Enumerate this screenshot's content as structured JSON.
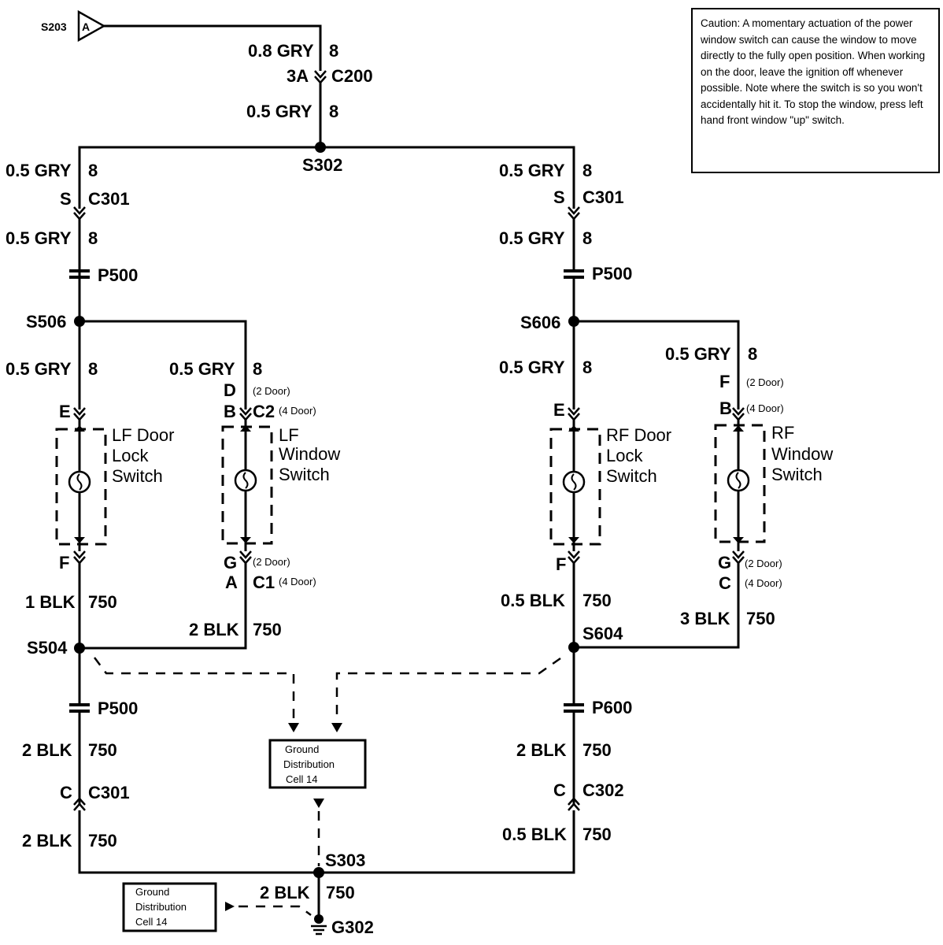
{
  "caution_note": "Caution: A momentary actuation of the power window switch can cause the window to move directly to the fully open position. When working on the door, leave the ignition off whenever possible. Note where the switch is so you won't accidentally hit it. To stop the window, press left hand front window \"up\" switch.",
  "top": {
    "source_splice": "S203",
    "source_connector": "A",
    "wire1": "0.8 GRY",
    "wire1_circuit": "8",
    "c200_pin": "3A",
    "c200": "C200",
    "wire2": "0.5 GRY",
    "wire2_circuit": "8",
    "s302": "S302"
  },
  "left": {
    "wire1": "0.5 GRY",
    "wire1_circuit": "8",
    "c301_pin": "S",
    "c301": "C301",
    "wire2": "0.5 GRY",
    "wire2_circuit": "8",
    "p500": "P500",
    "s506": "S506",
    "lock_wire": "0.5 GRY",
    "lock_wire_circuit": "8",
    "window_wire": "0.5 GRY",
    "window_wire_circuit": "8",
    "lock_pin_top": "E",
    "lock_pin_bottom": "F",
    "lock_switch": [
      "LF Door",
      "Lock",
      "Switch"
    ],
    "window_pin_top_2door": "D",
    "window_note_2door_top": "(2 Door)",
    "window_pin_top_4door": "B",
    "window_conn_top": "C2",
    "window_note_4door_top": "(4 Door)",
    "window_switch": [
      "LF",
      "Window",
      "Switch"
    ],
    "window_pin_bot_2door": "G",
    "window_note_2door_bot": "(2 Door)",
    "window_pin_bot_4door": "A",
    "window_conn_bot": "C1",
    "window_note_4door_bot": "(4 Door)",
    "lock_ground_wire": "1 BLK",
    "lock_ground_circuit": "750",
    "window_ground_wire": "2 BLK",
    "window_ground_circuit": "750",
    "s504": "S504",
    "p500b": "P500",
    "wire3": "2 BLK",
    "wire3_circuit": "750",
    "c301b_pin": "C",
    "c301b": "C301",
    "wire4": "2 BLK",
    "wire4_circuit": "750"
  },
  "right": {
    "wire1": "0.5 GRY",
    "wire1_circuit": "8",
    "c301_pin": "S",
    "c301": "C301",
    "wire2": "0.5 GRY",
    "wire2_circuit": "8",
    "p500": "P500",
    "s606": "S606",
    "lock_wire": "0.5 GRY",
    "lock_wire_circuit": "8",
    "window_wire": "0.5 GRY",
    "window_wire_circuit": "8",
    "lock_pin_top": "E",
    "lock_pin_bottom": "F",
    "lock_switch": [
      "RF Door",
      "Lock",
      "Switch"
    ],
    "window_pin_top_2door": "F",
    "window_note_2door_top": "(2 Door)",
    "window_pin_top_4door": "B",
    "window_note_4door_top": "(4 Door)",
    "window_switch": [
      "RF",
      "Window",
      "Switch"
    ],
    "window_pin_bot_2door": "G",
    "window_note_2door_bot": "(2 Door)",
    "window_pin_bot_4door": "C",
    "window_note_4door_bot": "(4 Door)",
    "lock_ground_wire": "0.5 BLK",
    "lock_ground_circuit": "750",
    "window_ground_wire": "3 BLK",
    "window_ground_circuit": "750",
    "s604": "S604",
    "p600": "P600",
    "wire3": "2 BLK",
    "wire3_circuit": "750",
    "c302_pin": "C",
    "c302": "C302",
    "wire4": "0.5 BLK",
    "wire4_circuit": "750"
  },
  "ground": {
    "box1": [
      "Ground",
      "Distribution",
      "Cell 14"
    ],
    "s303": "S303",
    "wire": "2 BLK",
    "wire_circuit": "750",
    "box2": [
      "Ground",
      "Distribution",
      "Cell 14"
    ],
    "g302": "G302"
  }
}
